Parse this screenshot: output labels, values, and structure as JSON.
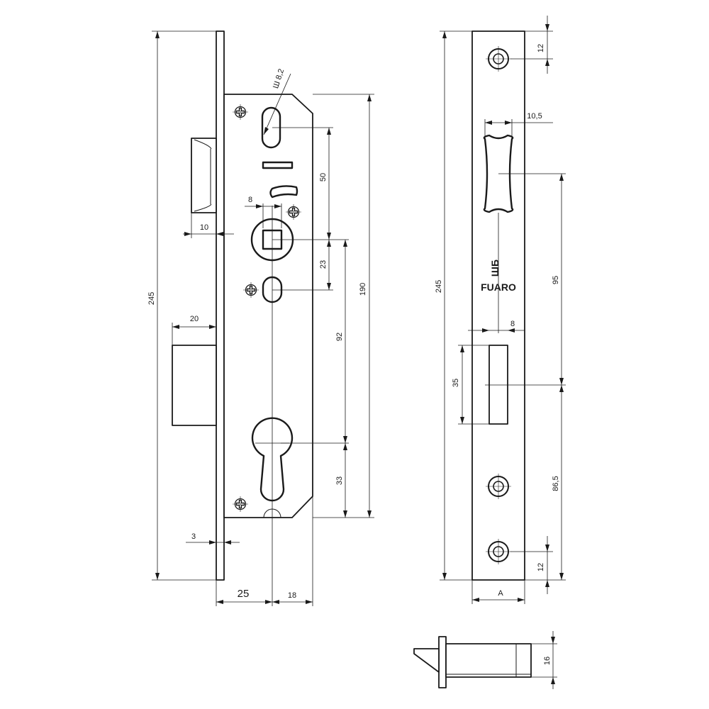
{
  "brand": {
    "name": "FUARO",
    "mark": "ШБ"
  },
  "dimensions": {
    "front_height": "245",
    "forend_offset_from_latch": "10",
    "deadbolt_projection": "20",
    "forend_thickness": "3",
    "backset": "25",
    "case_depth": "18",
    "hole_diameter": "Ш 8,2",
    "spindle_square": "8",
    "latch_to_spindle": "50",
    "spindle_to_lower_hole": "23",
    "case_height": "190",
    "spindle_to_cylinder": "92",
    "cylinder_to_bottom": "33",
    "side_height": "245",
    "top_hole_offset": "12",
    "latch_slot_width": "10,5",
    "slot_spacing": "95",
    "bolt_slot_width": "8",
    "bolt_slot_height": "35",
    "lower_spacing": "86,5",
    "bottom_hole_offset": "12",
    "forend_width": "A",
    "latch_thickness": "16"
  }
}
